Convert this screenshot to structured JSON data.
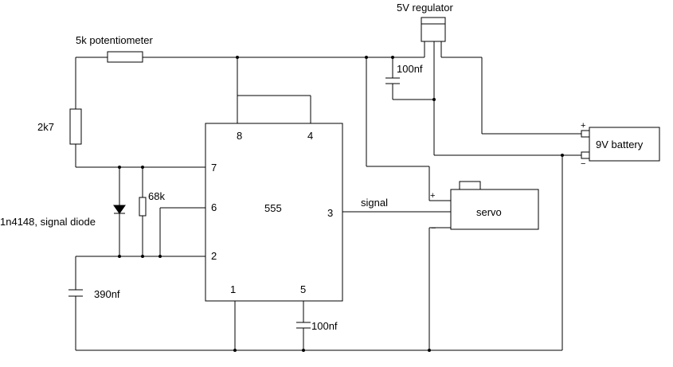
{
  "labels": {
    "regulator": "5V regulator",
    "potentiometer": "5k potentiometer",
    "resistor_top": "2k7",
    "resistor_mid": "68k",
    "diode": "1n4148, signal diode",
    "cap_reg": "100nf",
    "cap_timing": "390nf",
    "cap_ctrl": "100nf",
    "ic": "555",
    "signal": "signal",
    "servo": "servo",
    "battery": "9V battery",
    "plus": "+",
    "minus": "−",
    "plus_batt": "+",
    "minus_batt": "−"
  },
  "pins": {
    "p8": "8",
    "p4": "4",
    "p7": "7",
    "p6": "6",
    "p2": "2",
    "p3": "3",
    "p1": "1",
    "p5": "5"
  }
}
